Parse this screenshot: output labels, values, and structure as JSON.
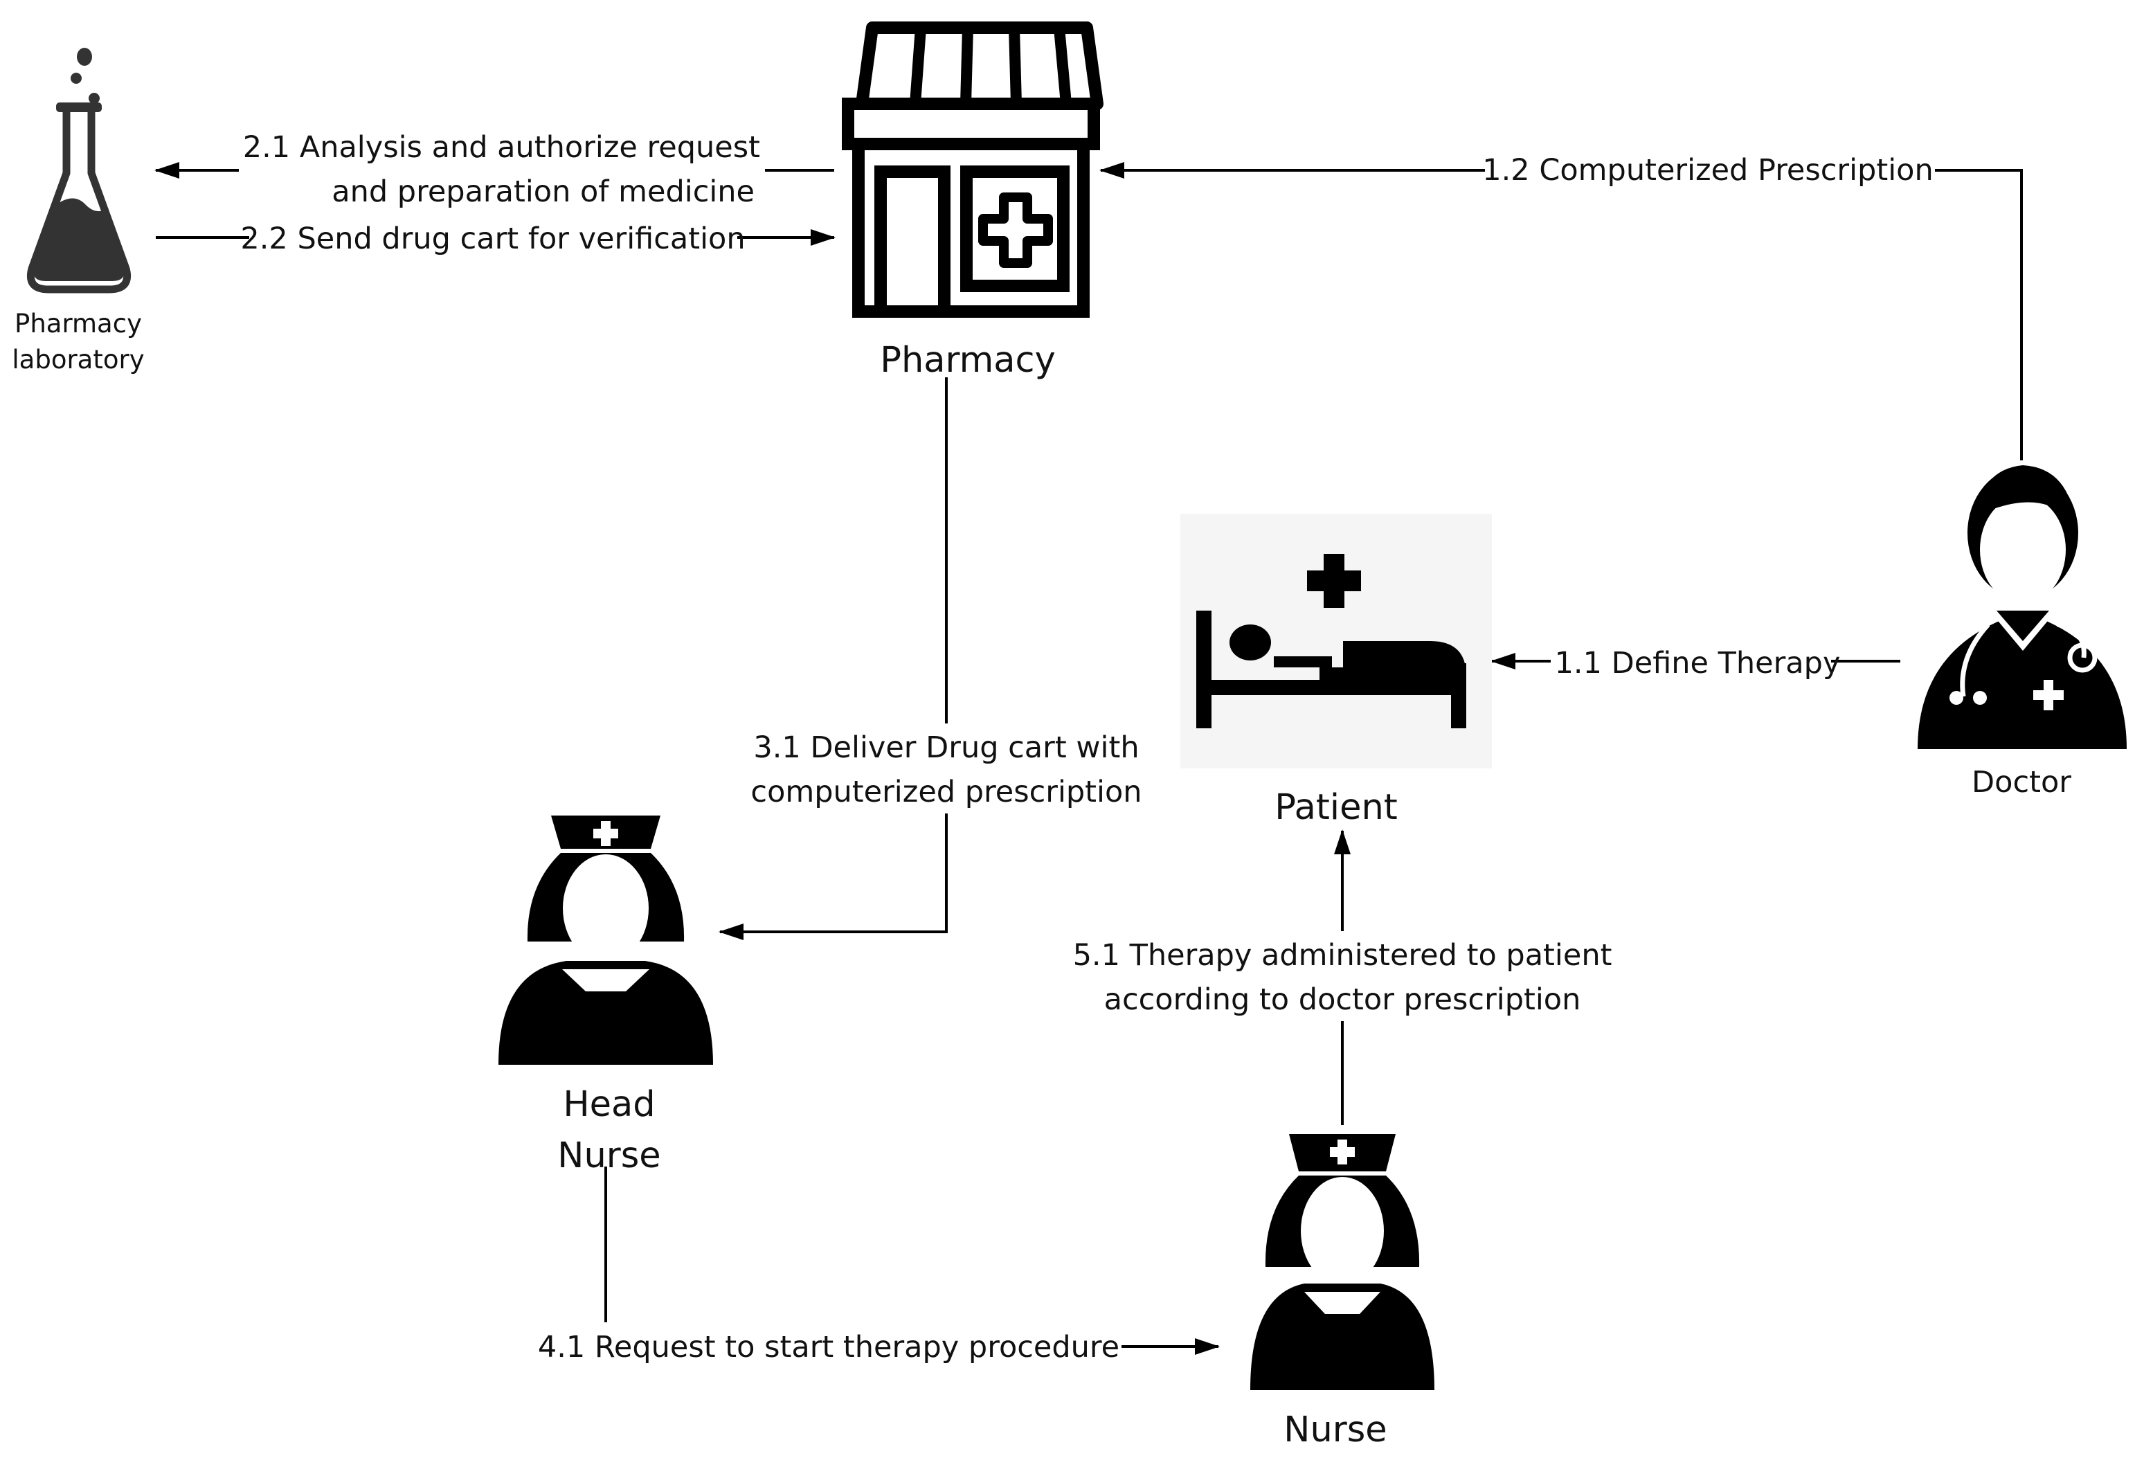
{
  "nodes": {
    "pharmacy_lab": {
      "line1": "Pharmacy",
      "line2": "laboratory"
    },
    "pharmacy": {
      "label": "Pharmacy"
    },
    "patient": {
      "label": "Patient"
    },
    "doctor": {
      "label": "Doctor"
    },
    "head_nurse": {
      "line1": "Head",
      "line2": "Nurse"
    },
    "nurse": {
      "label": "Nurse"
    }
  },
  "edges": {
    "e11": {
      "label": "1.1 Define Therapy"
    },
    "e12": {
      "label": "1.2 Computerized Prescription"
    },
    "e21": {
      "line1": "2.1  Analysis and authorize request",
      "line2": "and preparation of medicine"
    },
    "e22": {
      "label": "2.2 Send drug cart for verification"
    },
    "e31": {
      "line1": "3.1 Deliver Drug cart with",
      "line2": "computerized prescription"
    },
    "e41": {
      "label": "4.1  Request to start therapy procedure"
    },
    "e51": {
      "line1": "5.1 Therapy administered to patient",
      "line2": "according to doctor prescription"
    }
  },
  "icons": {
    "pharmacy_lab": "flask-icon",
    "pharmacy": "pharmacy-store-icon",
    "patient": "hospital-bed-icon",
    "doctor": "doctor-icon",
    "head_nurse": "nurse-icon",
    "nurse": "nurse-icon"
  }
}
